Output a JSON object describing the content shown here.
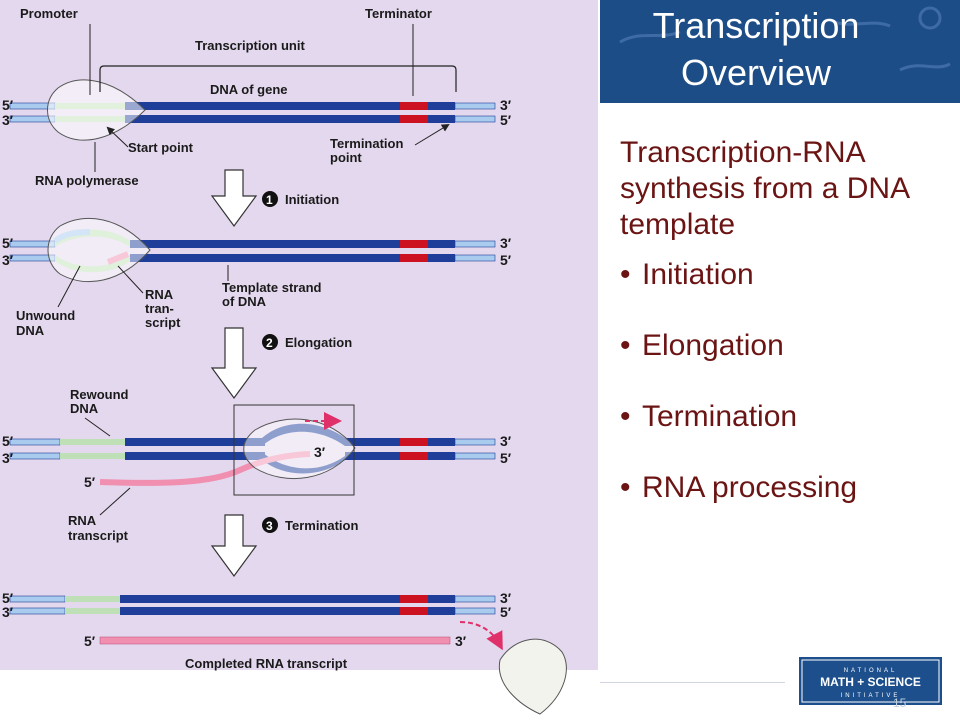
{
  "slide": {
    "title_line1": "Transcription",
    "title_line2": "Overview",
    "heading": "Transcription-RNA synthesis from a DNA template",
    "bullets": [
      "Initiation",
      "Elongation",
      "Termination",
      "RNA processing"
    ],
    "page_number": "15"
  },
  "figure": {
    "labels": {
      "promoter": "Promoter",
      "terminator": "Terminator",
      "transcription_unit": "Transcription unit",
      "dna_of_gene": "DNA of gene",
      "start_point": "Start point",
      "termination_point_1": "Termination",
      "termination_point_2": "point",
      "rna_polymerase": "RNA polymerase",
      "unwound_dna_1": "Unwound",
      "unwound_dna_2": "DNA",
      "rna_transcript_1": "RNA",
      "rna_transcript_2": "tran-",
      "rna_transcript_3": "script",
      "template_strand_1": "Template strand",
      "template_strand_2": "of DNA",
      "rewound_dna_1": "Rewound",
      "rewound_dna_2": "DNA",
      "rna_transcript_b1": "RNA",
      "rna_transcript_b2": "transcript",
      "completed_transcript": "Completed RNA transcript",
      "five_prime": "5′",
      "three_prime": "3′"
    },
    "steps": [
      {
        "number": "1",
        "label": "Initiation"
      },
      {
        "number": "2",
        "label": "Elongation"
      },
      {
        "number": "3",
        "label": "Termination"
      }
    ]
  },
  "logo": {
    "line1": "NATIONAL",
    "line2": "MATH + SCIENCE",
    "line3": "INITIATIVE"
  },
  "colors": {
    "panel_bg": "#e4d8ee",
    "dna_dark": "#1f3e9a",
    "dna_light": "#a9cbee",
    "promoter": "#bfe0b6",
    "terminator": "#cc1220",
    "rna": "#f08fb0",
    "title_bg": "#1d4d86",
    "body_text": "#6b1414"
  }
}
